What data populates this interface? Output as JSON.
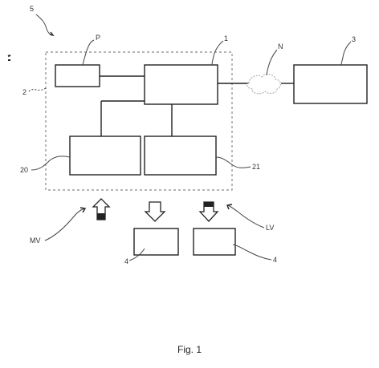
{
  "labels": {
    "system": "5",
    "device": "2",
    "sensor": "P",
    "controller": "1",
    "network": "N",
    "server": "3",
    "block_left": "20",
    "block_right": "21",
    "medium_voltage": "MV",
    "low_voltage": "LV",
    "load_left": "4",
    "load_right": "4"
  },
  "caption": "Fig. 1",
  "colors": {
    "line": "#222222",
    "dashed_border": "#888888",
    "background": "#ffffff"
  }
}
